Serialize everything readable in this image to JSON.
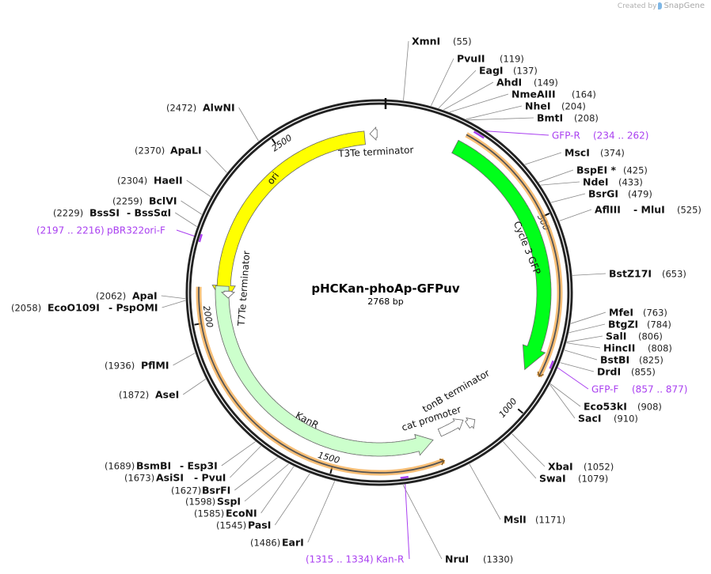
{
  "credit": {
    "prefix": "Created by",
    "brand": "SnapGene"
  },
  "plasmid": {
    "name": "pHCKan-phoAp-GFPuv",
    "size_label": "2768 bp",
    "length": 2768
  },
  "colors": {
    "gfp": "#00ff1a",
    "ori": "#ffff00",
    "kanr": "#ccffcc",
    "primer": "#a93ff0",
    "orange": "#f5a94a",
    "ring": "#222222"
  },
  "ticks": [
    {
      "pos": 500,
      "label": "500"
    },
    {
      "pos": 1000,
      "label": "1000"
    },
    {
      "pos": 1500,
      "label": "1500"
    },
    {
      "pos": 2000,
      "label": "2000"
    },
    {
      "pos": 2500,
      "label": "2500"
    }
  ],
  "features": [
    {
      "name": "Cycle 3 GFP",
      "start": 211,
      "end": 907,
      "direction": "forward",
      "color": "#00ff1a"
    },
    {
      "name": "ori",
      "start": 2042,
      "end": 2727,
      "direction": "reverse",
      "color": "#ffff00"
    },
    {
      "name": "KanR",
      "start": 1230,
      "end": 2094,
      "direction": "reverse",
      "color": "#ccffcc"
    },
    {
      "name": "T3Te terminator",
      "start": 2742,
      "end": 2762,
      "direction": "reverse",
      "color": "#ffffff"
    },
    {
      "name": "T7Te terminator",
      "start": 2060,
      "end": 2080,
      "direction": "reverse",
      "color": "#ffffff"
    },
    {
      "name": "tonB terminator",
      "start": 1100,
      "end": 1125,
      "direction": "reverse",
      "color": "#ffffff"
    },
    {
      "name": "cat promoter",
      "start": 1128,
      "end": 1205,
      "direction": "reverse",
      "color": "#ffffff"
    }
  ],
  "enzymes": [
    {
      "name": "XmnI",
      "pos": "(55)",
      "bp": 55
    },
    {
      "name": "PvuII",
      "pos": "(119)",
      "bp": 119
    },
    {
      "name": "EagI",
      "pos": "(137)",
      "bp": 137
    },
    {
      "name": "AhdI",
      "pos": "(149)",
      "bp": 149
    },
    {
      "name": "NmeAIII",
      "pos": "(164)",
      "bp": 164
    },
    {
      "name": "NheI",
      "pos": "(204)",
      "bp": 204
    },
    {
      "name": "BmtI",
      "pos": "(208)",
      "bp": 208
    },
    {
      "name": "MscI",
      "pos": "(374)",
      "bp": 374
    },
    {
      "name": "BspEI *",
      "pos": "(425)",
      "bp": 425
    },
    {
      "name": "NdeI",
      "pos": "(433)",
      "bp": 433
    },
    {
      "name": "BsrGI",
      "pos": "(479)",
      "bp": 479
    },
    {
      "name": "AflIII",
      "name2": "- MluI",
      "pos": "(525)",
      "bp": 525
    },
    {
      "name": "BstZ17I",
      "pos": "(653)",
      "bp": 653
    },
    {
      "name": "MfeI",
      "pos": "(763)",
      "bp": 763
    },
    {
      "name": "BtgZI",
      "pos": "(784)",
      "bp": 784
    },
    {
      "name": "SalI",
      "pos": "(806)",
      "bp": 806
    },
    {
      "name": "HincII",
      "pos": "(808)",
      "bp": 808
    },
    {
      "name": "BstBI",
      "pos": "(825)",
      "bp": 825
    },
    {
      "name": "DrdI",
      "pos": "(855)",
      "bp": 855
    },
    {
      "name": "Eco53kI",
      "pos": "(908)",
      "bp": 908
    },
    {
      "name": "SacI",
      "pos": "(910)",
      "bp": 910
    },
    {
      "name": "XbaI",
      "pos": "(1052)",
      "bp": 1052
    },
    {
      "name": "SwaI",
      "pos": "(1079)",
      "bp": 1079
    },
    {
      "name": "MslI",
      "pos": "(1171)",
      "bp": 1171
    },
    {
      "name": "NruI",
      "pos": "(1330)",
      "bp": 1330
    },
    {
      "name": "EarI",
      "pos": "(1486)",
      "bp": 1486
    },
    {
      "name": "PasI",
      "pos": "(1545)",
      "bp": 1545
    },
    {
      "name": "EcoNI",
      "pos": "(1585)",
      "bp": 1585
    },
    {
      "name": "SspI",
      "pos": "(1598)",
      "bp": 1598
    },
    {
      "name": "BsrFI",
      "pos": "(1627)",
      "bp": 1627
    },
    {
      "name": "AsiSI",
      "name2": "- PvuI",
      "pos": "(1673)",
      "bp": 1673
    },
    {
      "name": "BsmBI",
      "name2": "- Esp3I",
      "pos": "(1689)",
      "bp": 1689
    },
    {
      "name": "AseI",
      "pos": "(1872)",
      "bp": 1872
    },
    {
      "name": "PflMI",
      "pos": "(1936)",
      "bp": 1936
    },
    {
      "name": "EcoO109I",
      "name2": "- PspOMI",
      "pos": "(2058)",
      "bp": 2058
    },
    {
      "name": "ApaI",
      "pos": "(2062)",
      "bp": 2062
    },
    {
      "name": "BssSI",
      "name2": "- BssSαI",
      "pos": "(2229)",
      "bp": 2229
    },
    {
      "name": "BclVI",
      "pos": "(2259)",
      "bp": 2259
    },
    {
      "name": "HaeII",
      "pos": "(2304)",
      "bp": 2304
    },
    {
      "name": "ApaLI",
      "pos": "(2370)",
      "bp": 2370
    },
    {
      "name": "AlwNI",
      "pos": "(2472)",
      "bp": 2472
    }
  ],
  "primers": [
    {
      "name": "GFP-R",
      "range": "(234 .. 262)",
      "start": 234,
      "end": 262
    },
    {
      "name": "GFP-F",
      "range": "(857 .. 877)",
      "start": 857,
      "end": 877
    },
    {
      "name": "Kan-R",
      "range": "(1315 .. 1334)",
      "start": 1315,
      "end": 1334
    },
    {
      "name": "pBR322ori-F",
      "range": "(2197 .. 2216)",
      "start": 2197,
      "end": 2216
    }
  ]
}
